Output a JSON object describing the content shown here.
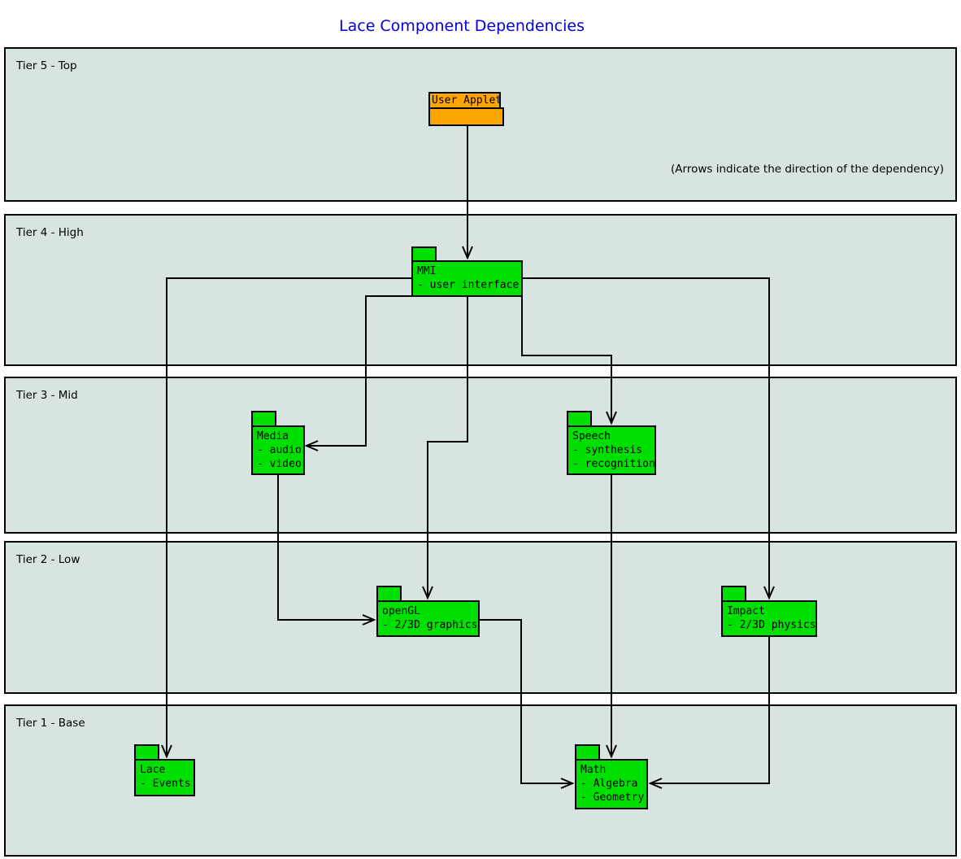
{
  "title": "Lace Component Dependencies",
  "note": "(Arrows indicate the direction of the dependency)",
  "colors": {
    "tier_fill": "#d8e4e2",
    "component_green": "#00e000",
    "applet_orange": "#ffa500",
    "title_blue": "#0000dd",
    "line": "#000000"
  },
  "tiers": [
    {
      "label": "Tier 5 - Top"
    },
    {
      "label": "Tier 4 - High"
    },
    {
      "label": "Tier 3 - Mid"
    },
    {
      "label": "Tier 2 - Low"
    },
    {
      "label": "Tier 1 - Base"
    }
  ],
  "components": {
    "user_applet": {
      "label": "User Applet"
    },
    "mmi": {
      "name": "MMI",
      "items": [
        "- user interface"
      ]
    },
    "media": {
      "name": "Media",
      "items": [
        "- audio",
        "- video"
      ]
    },
    "speech": {
      "name": "Speech",
      "items": [
        "- synthesis",
        "- recognition"
      ]
    },
    "opengl": {
      "name": "openGL",
      "items": [
        "- 2/3D graphics"
      ]
    },
    "impact": {
      "name": "Impact",
      "items": [
        "- 2/3D physics"
      ]
    },
    "lace": {
      "name": "Lace",
      "items": [
        "- Events"
      ]
    },
    "math": {
      "name": "Math",
      "items": [
        "- Algebra",
        "- Geometry"
      ]
    }
  }
}
